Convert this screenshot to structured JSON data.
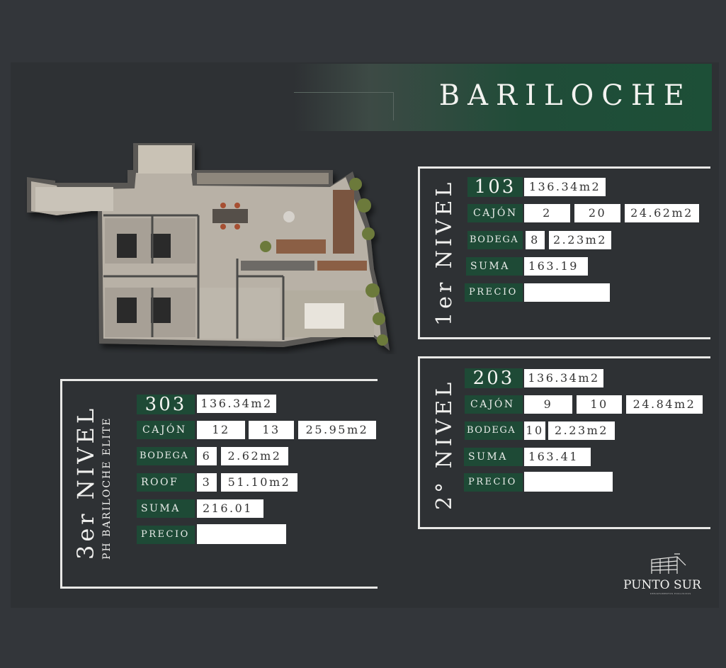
{
  "title": "BARILOCHE",
  "levels": [
    {
      "name": "1er NIVEL",
      "unit": "103",
      "area": "136.34m2",
      "cajon": {
        "label": "CAJÓN",
        "a": "2",
        "b": "20",
        "area": "24.62m2"
      },
      "bodega": {
        "label": "BODEGA",
        "n": "8",
        "area": "2.23m2"
      },
      "suma": {
        "label": "SUMA",
        "value": "163.19"
      },
      "precio": {
        "label": "PRECIO",
        "value": ""
      }
    },
    {
      "name": "2° NIVEL",
      "unit": "203",
      "area": "136.34m2",
      "cajon": {
        "label": "CAJÓN",
        "a": "9",
        "b": "10",
        "area": "24.84m2"
      },
      "bodega": {
        "label": "BODEGA",
        "n": "10",
        "area": "2.23m2"
      },
      "suma": {
        "label": "SUMA",
        "value": "163.41"
      },
      "precio": {
        "label": "PRECIO",
        "value": ""
      }
    },
    {
      "name": "3er NIVEL",
      "subtitle": "PH BARILOCHE ELITE",
      "unit": "303",
      "area": "136.34m2",
      "cajon": {
        "label": "CAJÓN",
        "a": "12",
        "b": "13",
        "area": "25.95m2"
      },
      "bodega": {
        "label": "BODEGA",
        "n": "6",
        "area": "2.62m2"
      },
      "roof": {
        "label": "ROOF",
        "n": "3",
        "area": "51.10m2"
      },
      "suma": {
        "label": "SUMA",
        "value": "216.01"
      },
      "precio": {
        "label": "PRECIO",
        "value": ""
      }
    }
  ],
  "logo": {
    "text": "PUNTO SUR",
    "sub": "DEPARTAMENTOS EXCLUSIVOS"
  },
  "colors": {
    "accent": "#1e4a36",
    "background": "#33363a"
  }
}
